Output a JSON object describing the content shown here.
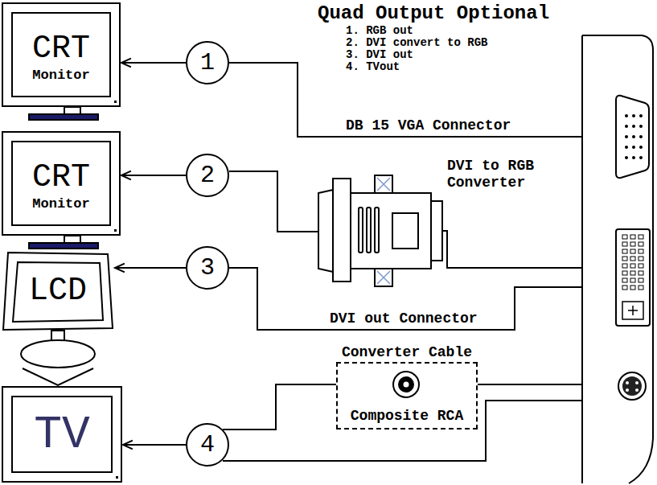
{
  "diagram": {
    "title": "Quad Output Optional",
    "nodes": [
      {
        "text": [
          "CRT",
          "Monitor"
        ]
      },
      {
        "text": [
          "1"
        ]
      },
      {
        "text": [
          "CRT",
          "Monitor"
        ]
      },
      {
        "text": [
          "2"
        ]
      },
      {
        "text": [
          "LCD"
        ]
      },
      {
        "text": [
          "3"
        ]
      },
      {
        "text": [
          "Converter Cable",
          "Composite RCA"
        ]
      },
      {
        "text": [
          "TV"
        ]
      },
      {
        "text": [
          "4"
        ]
      }
    ],
    "edges": [
      {
        "from": 1,
        "to": 0,
        "arrow": "to"
      },
      {
        "from": 3,
        "to": 2,
        "arrow": "to"
      },
      {
        "from": 5,
        "to": 4,
        "arrow": "to"
      },
      {
        "from": 8,
        "to": 7,
        "arrow": "to"
      },
      {
        "from": 8,
        "to": 6,
        "arrow": "none"
      }
    ],
    "labels": [
      "1. RGB out",
      "2. DVI convert to RGB",
      "3. DVI out",
      "4. TVout",
      "DB 15 VGA Connector",
      "DVI to RGB Converter",
      "DVI out Connector"
    ]
  }
}
